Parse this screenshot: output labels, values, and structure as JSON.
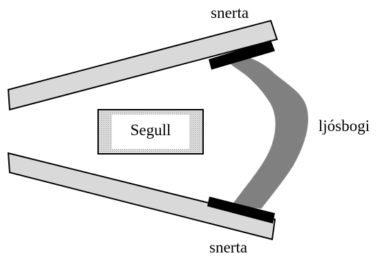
{
  "diagram": {
    "labels": {
      "top_electrode": "snerta",
      "bottom_electrode": "snerta",
      "arc": "ljósbogi",
      "magnet": "Segull"
    },
    "colors": {
      "rail_fill": "#d9d9d9",
      "outline": "#000000",
      "contact": "#000000",
      "arc": "#808080",
      "magnet_pattern": "#b0b0b0",
      "magnet_inner": "#ffffff"
    }
  }
}
